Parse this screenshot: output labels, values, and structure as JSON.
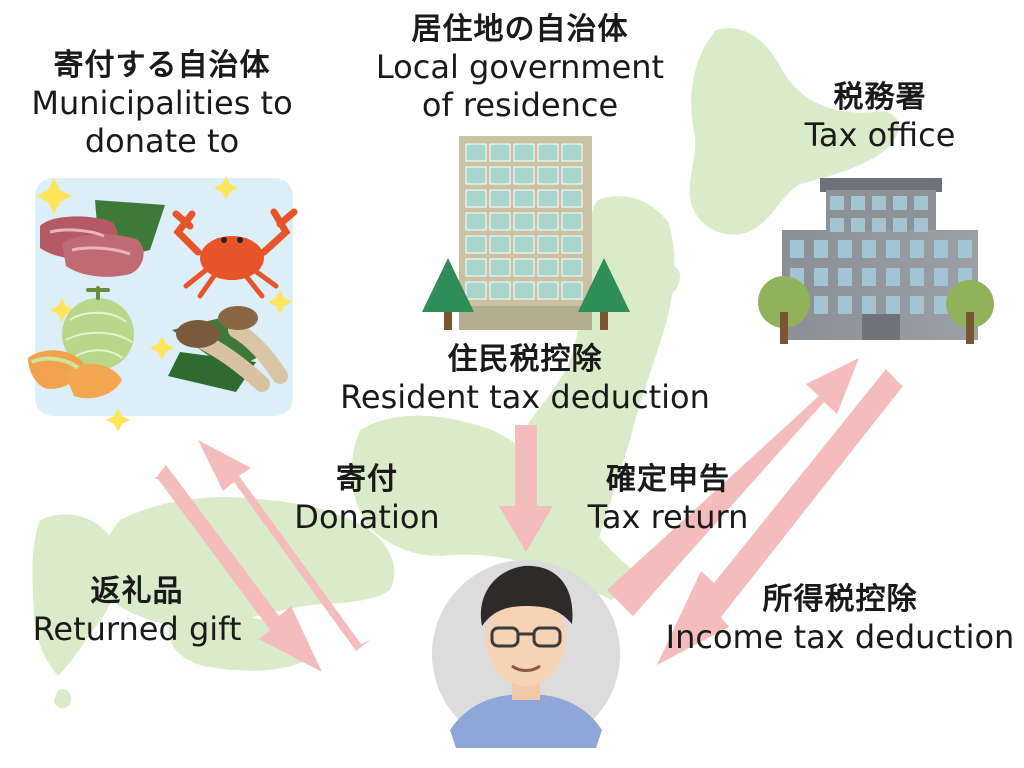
{
  "colors": {
    "background": "#ffffff",
    "map": "#d9ebc8",
    "arrow": "#f4bcbc",
    "goods_panel": "#dceef7",
    "text": "#1a1a1a",
    "city_building": "#c9c2a4",
    "glass": "#a9d6cc",
    "tax_building": "#8e9297",
    "tax_glass": "#a3c5d3",
    "tree": "#2f8e58",
    "round_tree": "#8fb25a",
    "person_bg": "#dcdcdc",
    "shirt": "#8ea6d8",
    "sparkle": "#ffe55a"
  },
  "icons": {
    "map": "japan-map-icon",
    "goods": "gifts-icon",
    "city": "city-hall-icon",
    "tax_office": "tax-office-icon",
    "person": "person-icon"
  },
  "labels": {
    "donate_to": {
      "jp": "寄付する自治体",
      "en": "Municipalities to donate to"
    },
    "residence": {
      "jp": "居住地の自治体",
      "en_line1": "Local government",
      "en_line2": "of residence"
    },
    "tax_office": {
      "jp": "税務署",
      "en": "Tax office"
    },
    "resident_tax": {
      "jp": "住民税控除",
      "en": "Resident tax deduction"
    },
    "donation": {
      "jp": "寄付",
      "en": "Donation"
    },
    "tax_return": {
      "jp": "確定申告",
      "en": "Tax return"
    },
    "returned_gift": {
      "jp": "返礼品",
      "en": "Returned gift"
    },
    "income_tax": {
      "jp": "所得税控除",
      "en": "Income tax deduction"
    }
  }
}
